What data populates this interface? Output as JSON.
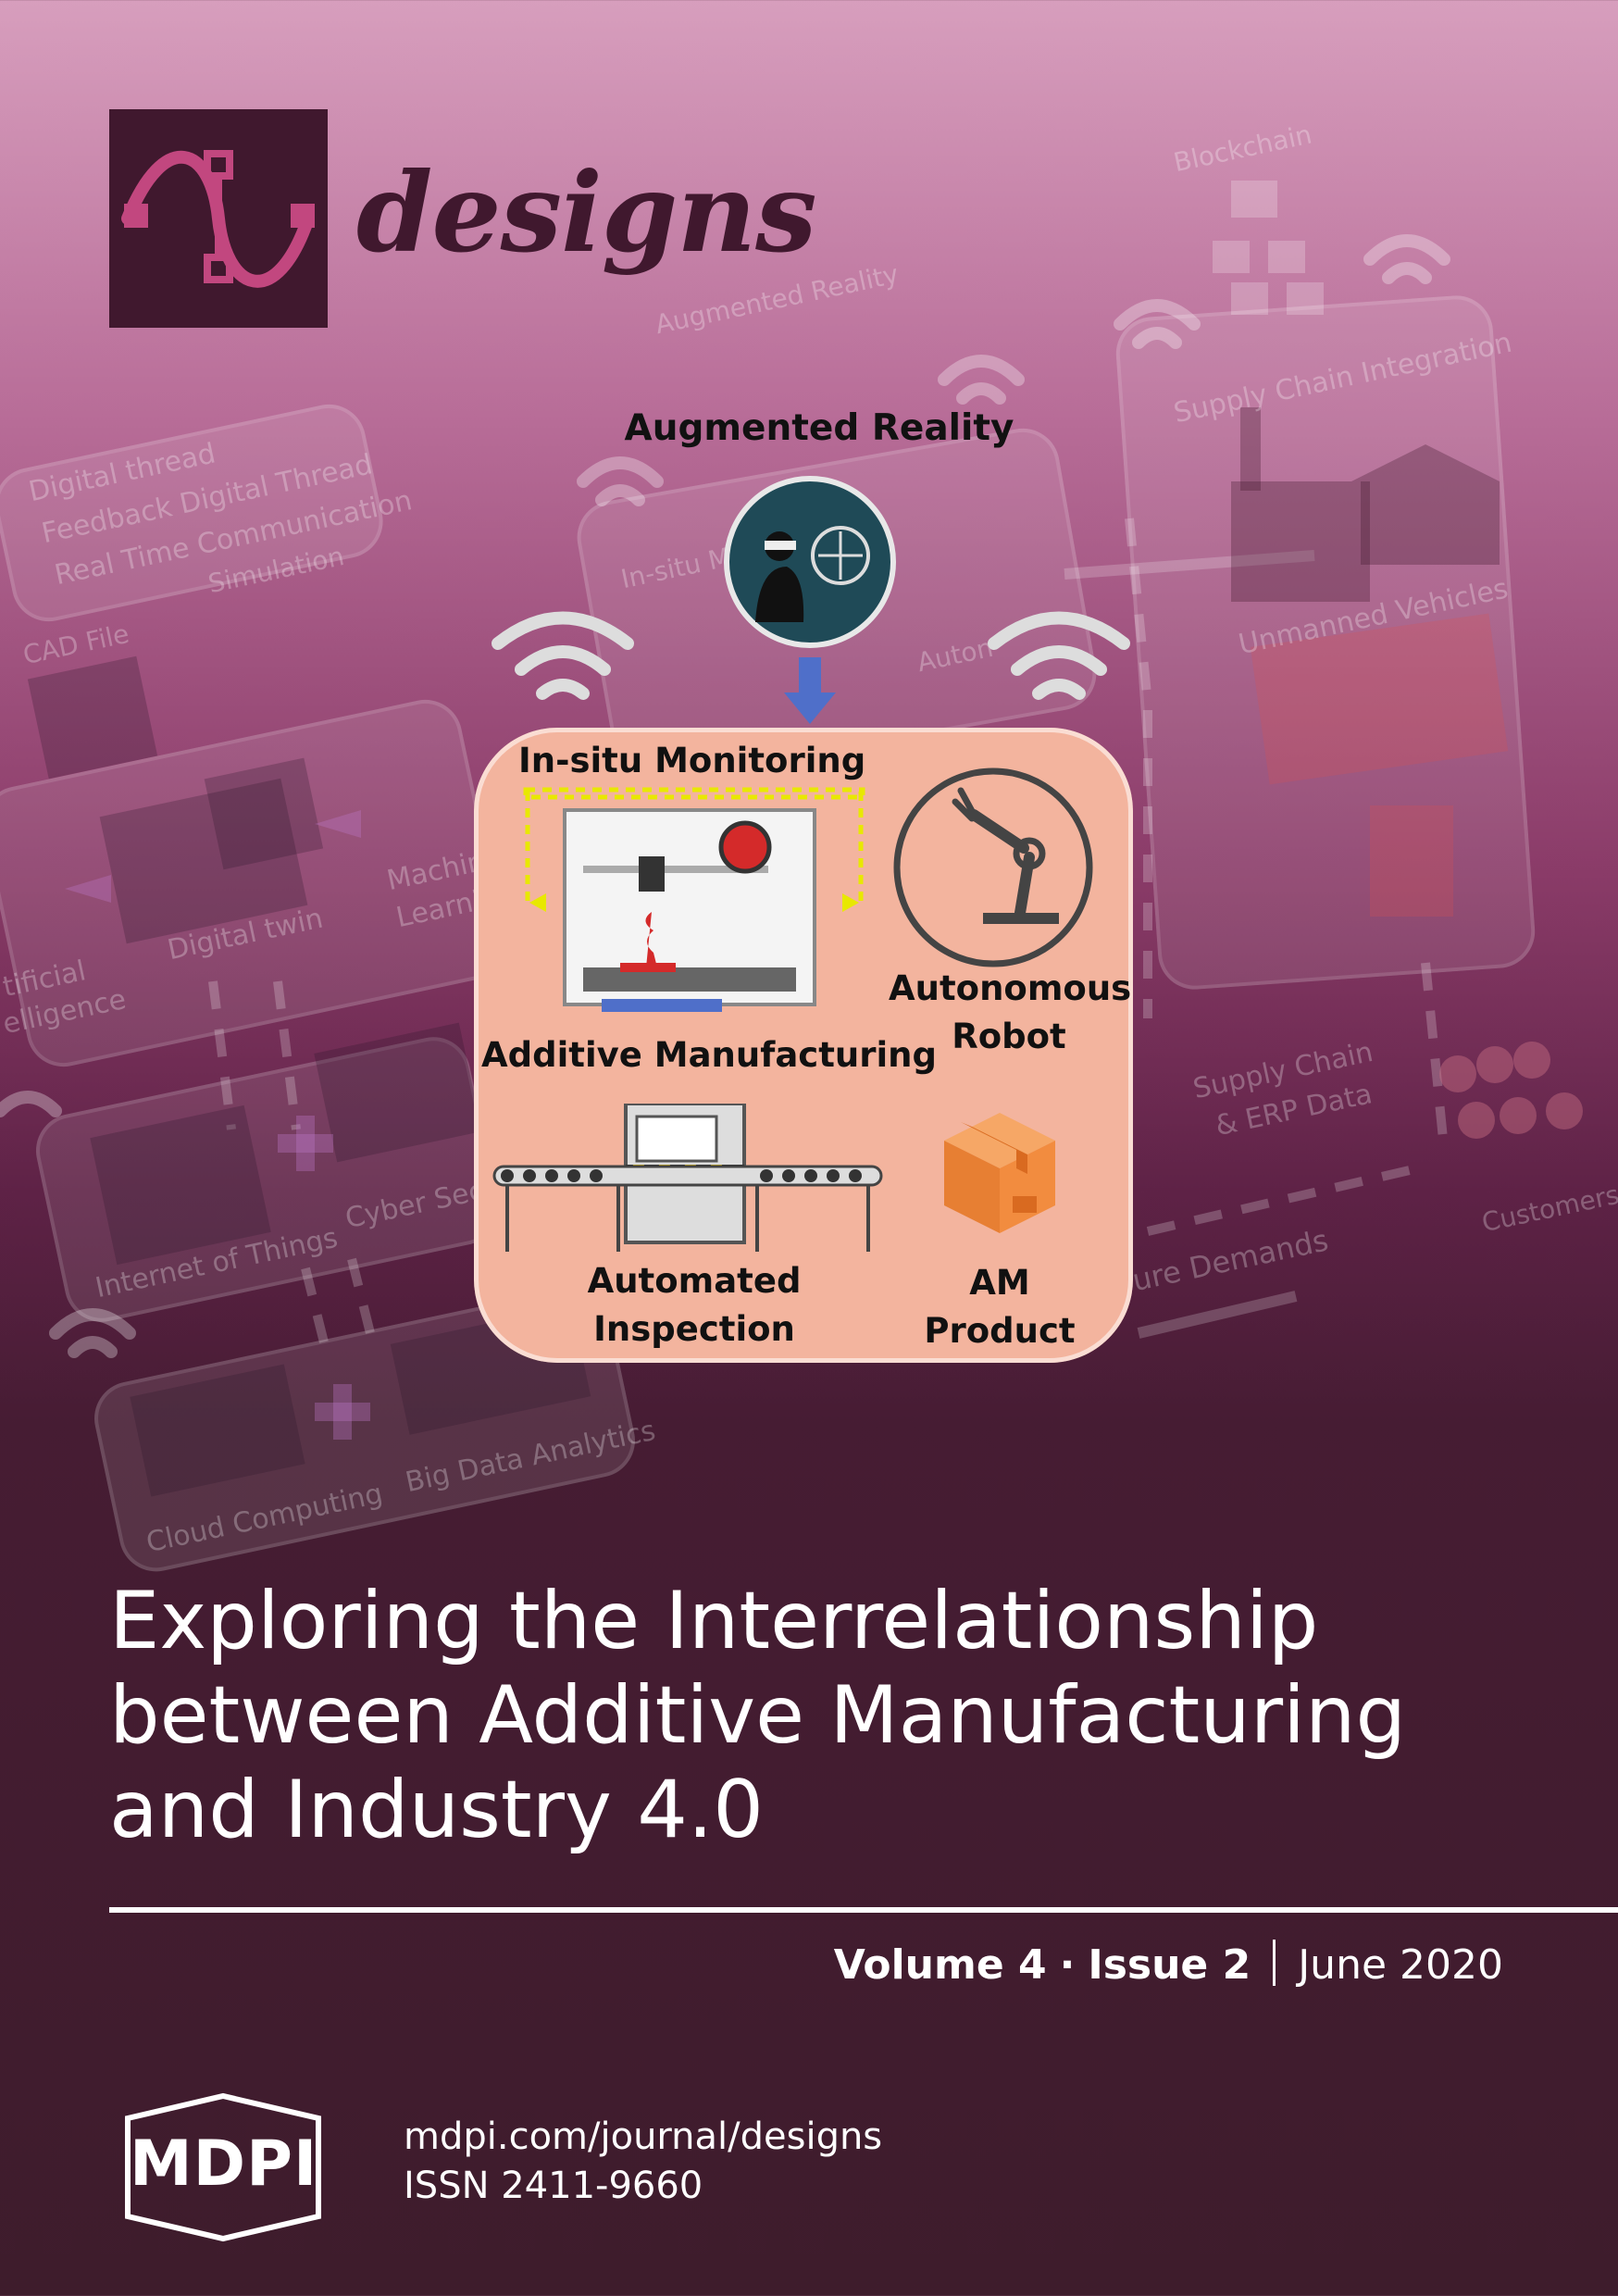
{
  "journal": {
    "name": "designs"
  },
  "background_labels": {
    "blockchain": "Blockchain",
    "augmented_reality_ghost": "Augmented Reality",
    "supply_chain_integration": "Supply Chain Integration",
    "digital_thread": "Digital thread",
    "feedback_digital_thread": "Feedback Digital Thread",
    "real_time_communication": "Real Time Communication",
    "simulation": "Simulation",
    "cad_file": "CAD File",
    "in_situ_ghost": "In-situ M",
    "autonomous_ghost": "Auton",
    "unmanned_vehicles": "Unmanned Vehicles",
    "digital_twin": "Digital twin",
    "machine_learning_1": "Machin",
    "machine_learning_2": "Learnin",
    "artificial_intelligence_1": "tificial",
    "artificial_intelligence_2": "elligence",
    "supply_chain_erp_1": "Supply Chain",
    "supply_chain_erp_2": "& ERP Data",
    "customers": "Customers",
    "internet_of_things": "Internet of Things",
    "cyber_security": "Cyber Secu",
    "future_demands": "ure Demands",
    "cloud_computing": "Cloud Computing",
    "big_data_analytics": "Big Data Analytics"
  },
  "diagram": {
    "augmented_reality": "Augmented Reality",
    "in_situ_monitoring": "In-situ Monitoring",
    "additive_manufacturing": "Additive Manufacturing",
    "autonomous_robot_1": "Autonomous",
    "autonomous_robot_2": "Robot",
    "automated_inspection_1": "Automated",
    "automated_inspection_2": "Inspection",
    "am_product_1": "AM",
    "am_product_2": "Product"
  },
  "article": {
    "title_line_1": "Exploring the Interrelationship",
    "title_line_2": "between Additive Manufacturing",
    "title_line_3": "and Industry 4.0"
  },
  "issue": {
    "volume": "Volume 4",
    "separator": "·",
    "issue": "Issue 2",
    "date": "June 2020"
  },
  "publisher": {
    "name": "MDPI",
    "url": "mdpi.com/journal/designs",
    "issn": "ISSN 2411-9660"
  },
  "colors": {
    "logo_dark": "#40182e",
    "logo_pink": "#c2477f",
    "panel": "#f3b49e"
  }
}
